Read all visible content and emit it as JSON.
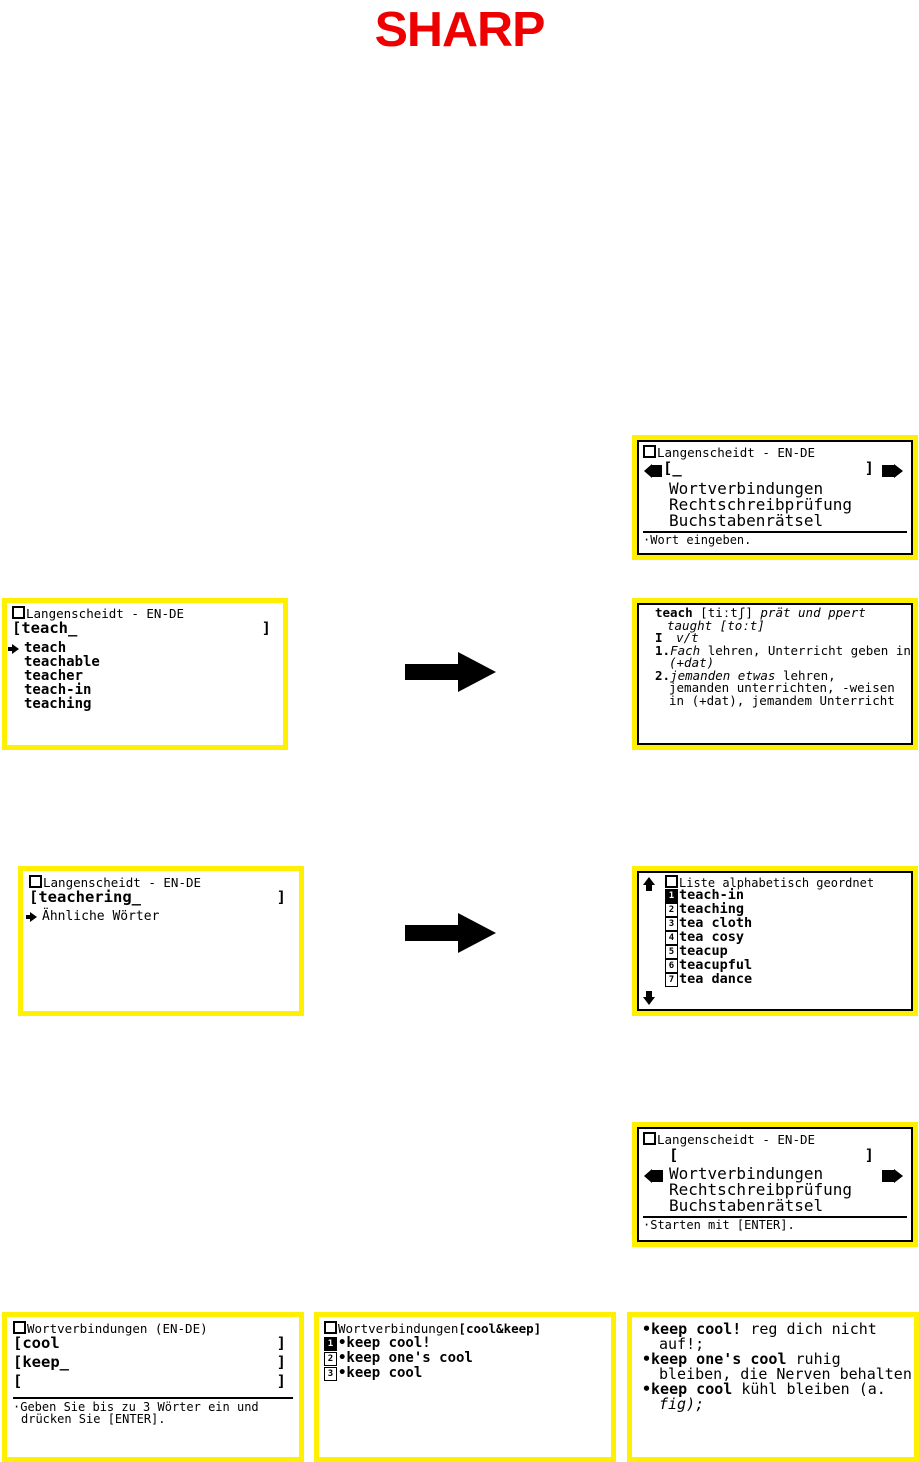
{
  "brand": {
    "logo_text": "SHARP",
    "logo_color": "#ee0000"
  },
  "panel_border_color": "#ffef00",
  "screens": {
    "search_entry": {
      "title": "Langenscheidt - EN-DE",
      "entry_value": "[_",
      "entry_close": "]",
      "menu": [
        "Wortverbindungen",
        "Rechtschreibprüfung",
        "Buchstabenrätsel"
      ],
      "hint": "·Wort eingeben."
    },
    "teach_list": {
      "title": "Langenscheidt - EN-DE",
      "entry_value": "[teach_",
      "entry_close": "]",
      "items": [
        "teach",
        "teachable",
        "teacher",
        "teach-in",
        "teaching"
      ],
      "selected_index": 0,
      "selection_marker": "→"
    },
    "teach_definition": {
      "headword": "teach",
      "pronunciation": "[tiːtʃ]",
      "grammar_note": "prät und ppert",
      "past_form": "taught [toːt]",
      "section_marker": "I",
      "section_label": "v/t",
      "senses": [
        {
          "number": "1.",
          "italic_lead": "Fach",
          "text": " lehren, Unterricht geben in",
          "cont": "(+dat)"
        },
        {
          "number": "2.",
          "italic_lead": "jemanden etwas",
          "text": " lehren,",
          "cont2": "jemanden unterrichten, -weisen",
          "cont3": "in (+dat), jemandem Unterricht"
        }
      ],
      "scroll_down": "↓"
    },
    "teachering_entry": {
      "title": "Langenscheidt - EN-DE",
      "entry_value": "[teachering_",
      "entry_close": "]",
      "items": [
        "Ähnliche Wörter"
      ],
      "selection_marker": "→"
    },
    "alpha_list": {
      "title": "Liste alphabetisch geordnet",
      "scroll_up": "↑",
      "scroll_down": "↓",
      "items": [
        {
          "num": "1",
          "label": "teach-in",
          "selected": true
        },
        {
          "num": "2",
          "label": "teaching",
          "selected": false
        },
        {
          "num": "3",
          "label": "tea cloth",
          "selected": false
        },
        {
          "num": "4",
          "label": "tea cosy",
          "selected": false
        },
        {
          "num": "5",
          "label": "teacup",
          "selected": false
        },
        {
          "num": "6",
          "label": "teacupful",
          "selected": false
        },
        {
          "num": "7",
          "label": "tea dance",
          "selected": false
        }
      ]
    },
    "menu_start": {
      "title": "Langenscheidt - EN-DE",
      "entry_value": "[",
      "entry_close": "]",
      "menu": [
        "Wortverbindungen",
        "Rechtschreibprüfung",
        "Buchstabenrätsel"
      ],
      "selected_menu_index": 0,
      "hint": "·Starten mit [ENTER]."
    },
    "wortverbindungen_input": {
      "title": "Wortverbindungen (EN-DE)",
      "fields": [
        {
          "value": "[cool",
          "close": "]"
        },
        {
          "value": "[keep_",
          "close": "]"
        },
        {
          "value": "[",
          "close": "]"
        }
      ],
      "hint_line1": "·Geben Sie bis zu 3 Wörter ein und",
      "hint_line2": "drücken Sie [ENTER]."
    },
    "wortverbindungen_results": {
      "title_plain": "Wortverbindungen",
      "title_query": "[cool&keep]",
      "items": [
        {
          "num": "1",
          "label": "•keep cool!",
          "selected": true
        },
        {
          "num": "2",
          "label": "•keep one's cool",
          "selected": false
        },
        {
          "num": "3",
          "label": "•keep cool",
          "selected": false
        }
      ]
    },
    "wortverbindungen_detail": {
      "entries": [
        {
          "term": "•keep cool!",
          "gloss_line1": " reg dich nicht",
          "gloss_line2": "auf!;"
        },
        {
          "term": "•keep one's cool",
          "gloss_line1": " ruhig",
          "gloss_line2": "bleiben, die Nerven behalten"
        },
        {
          "term": "•keep cool",
          "gloss_line1": " kühl bleiben (a.",
          "gloss_line2": "fig);"
        }
      ]
    }
  },
  "flow_arrows": [
    {
      "name": "arrow-teachlist-to-definition"
    },
    {
      "name": "arrow-teachering-to-alphalist"
    }
  ]
}
